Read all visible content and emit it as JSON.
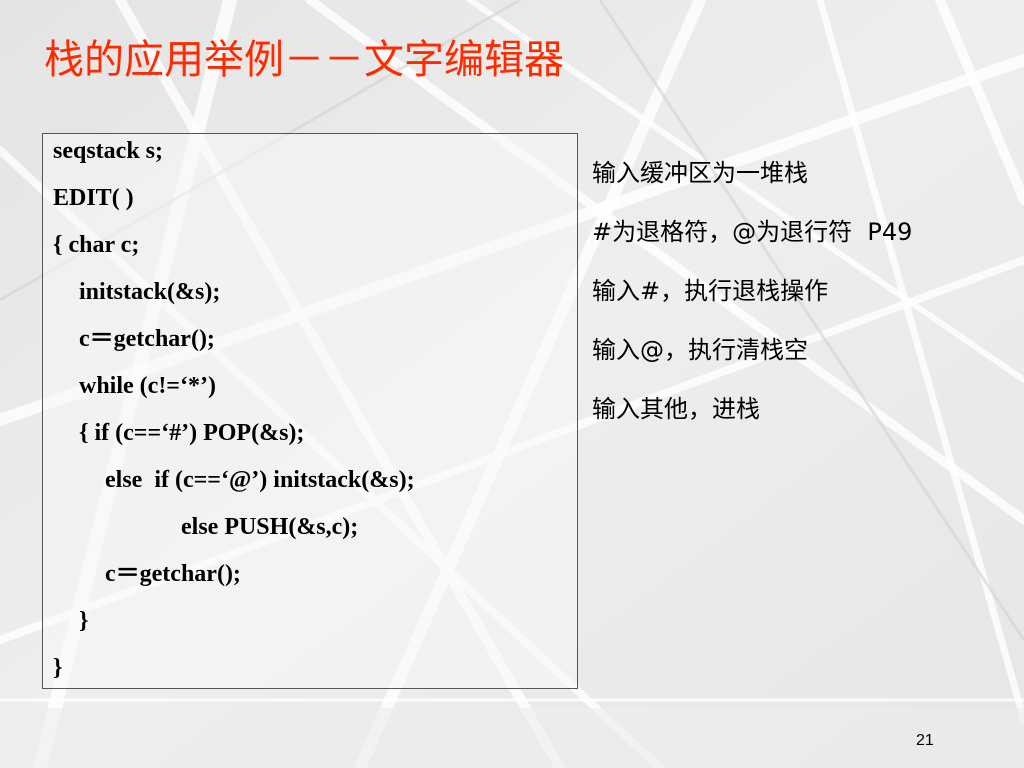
{
  "slide": {
    "title": "栈的应用举例－－文字编辑器",
    "page_number": "21"
  },
  "code": {
    "lines": [
      "seqstack s;",
      "EDIT( )",
      "{ char c;",
      "initstack(&s);",
      "c＝getchar();",
      "while (c!=‘*’)",
      "{ if (c==‘#’) POP(&s);",
      "else  if (c==‘@’) initstack(&s);",
      "else PUSH(&s,c);",
      "c＝getchar();",
      "}",
      "}"
    ]
  },
  "notes": {
    "lines": [
      "输入缓冲区为一堆栈",
      "#为退格符，@为退行符  P49",
      "输入#，执行退栈操作",
      "输入@，执行清栈空",
      "输入其他，进栈"
    ]
  }
}
